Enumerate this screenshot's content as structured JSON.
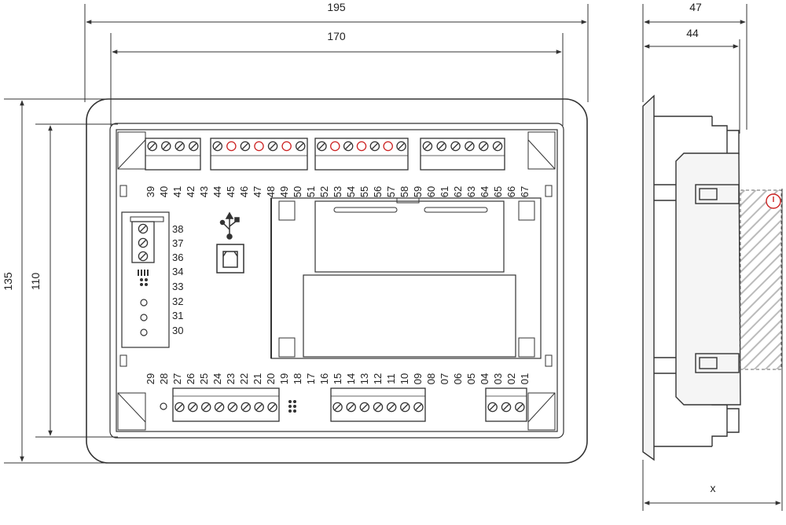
{
  "dimensions": {
    "width_outer": "195",
    "width_inner": "170",
    "height_outer": "135",
    "height_inner": "110",
    "depth_outer": "47",
    "depth_inner": "44",
    "depth_x": "x"
  },
  "terminals": {
    "top_row": [
      "39",
      "40",
      "41",
      "42",
      "43",
      "44",
      "45",
      "46",
      "47",
      "48",
      "49",
      "50",
      "51",
      "52",
      "53",
      "54",
      "55",
      "56",
      "57",
      "58",
      "59",
      "60",
      "61",
      "62",
      "63",
      "64",
      "65",
      "66",
      "67"
    ],
    "bottom_row": [
      "29",
      "28",
      "27",
      "26",
      "25",
      "24",
      "23",
      "22",
      "21",
      "20",
      "19",
      "18",
      "17",
      "16",
      "15",
      "14",
      "13",
      "12",
      "11",
      "10",
      "09",
      "08",
      "07",
      "06",
      "05",
      "04",
      "03",
      "02",
      "01"
    ],
    "side_column": [
      "38",
      "37",
      "36",
      "34",
      "33",
      "32",
      "31",
      "30"
    ]
  },
  "colors": {
    "line": "#333333",
    "highlight": "#cc2222",
    "fill": "#eeeeee"
  },
  "icons": {
    "usb": "usb-icon",
    "usb_port": "usb-b-port-icon"
  }
}
